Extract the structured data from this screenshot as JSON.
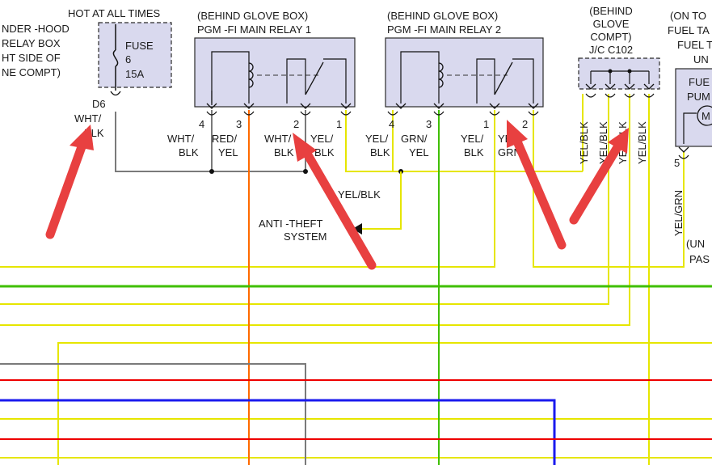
{
  "colors": {
    "box_fill": "#d9d9ee",
    "box_stroke": "#2a2a2a",
    "wire_gray": "#7a7a7a",
    "wire_yellow": "#e6e600",
    "wire_orange": "#ff6a00",
    "wire_green": "#3fbf00",
    "wire_red": "#ee0000",
    "wire_blue": "#1a1aee",
    "arrow_red": "#e84040"
  },
  "underhood": {
    "line1": "NDER -HOOD",
    "line2": "RELAY BOX",
    "line3": "HT SIDE OF",
    "line4": "NE COMPT)"
  },
  "fuse": {
    "header": "HOT AT ALL TIMES",
    "name": "FUSE",
    "number": "6",
    "rating": "15A",
    "connector": "D6",
    "wire_label_1": "WHT/",
    "wire_label_2": "BLK"
  },
  "relay1": {
    "location": "(BEHIND GLOVE BOX)",
    "name": "PGM -FI MAIN RELAY 1",
    "pins": [
      "4",
      "3",
      "2",
      "1"
    ],
    "wires": [
      {
        "line1": "WHT/",
        "line2": "BLK"
      },
      {
        "line1": "RED/",
        "line2": "YEL"
      },
      {
        "line1": "WHT/",
        "line2": "BLK"
      },
      {
        "line1": "YEL/",
        "line2": "BLK"
      }
    ]
  },
  "relay2": {
    "location": "(BEHIND GLOVE BOX)",
    "name": "PGM -FI MAIN RELAY 2",
    "pins": [
      "4",
      "3",
      "1",
      "2"
    ],
    "wires": [
      {
        "line1": "YEL/",
        "line2": "BLK"
      },
      {
        "line1": "GRN/",
        "line2": "YEL"
      },
      {
        "line1": "YEL/",
        "line2": "BLK"
      },
      {
        "line1": "YEL/",
        "line2": "GRN"
      }
    ]
  },
  "junction": {
    "line1": "(BEHIND",
    "line2": "GLOVE",
    "line3": "COMPT)",
    "name": "J/C C102",
    "wires": [
      "YEL/BLK",
      "YEL/BLK",
      "YEL/BLK",
      "YEL/BLK"
    ]
  },
  "fuel": {
    "line1": "(ON TO",
    "line2": "FUEL TA",
    "line3": "FUEL T",
    "line4": "UN",
    "pump1": "FUE",
    "pump2": "PUM",
    "motor": "M",
    "pin": "5",
    "wire": "YEL/GRN",
    "note1": "(UN",
    "note2": "PAS"
  },
  "center_wire_label": "YEL/BLK",
  "antitheft": {
    "line1": "ANTI -THEFT",
    "line2": "SYSTEM"
  }
}
